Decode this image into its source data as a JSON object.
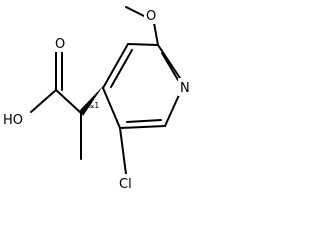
{
  "atoms": {
    "methoxy_oxygen": "O",
    "ring_nitrogen": "N",
    "hydroxyl": "HO",
    "carbonyl_oxygen": "O",
    "chlorine": "Cl"
  },
  "stereo_descriptor": "&1"
}
